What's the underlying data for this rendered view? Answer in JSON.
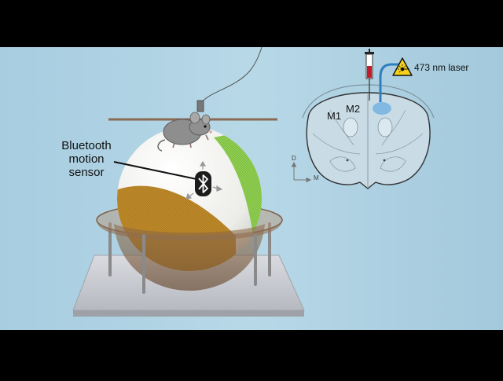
{
  "labels": {
    "sensor_line1": "Bluetooth",
    "sensor_line2": "motion",
    "sensor_line3": "sensor",
    "laser": "473 nm laser",
    "region_m1": "M1",
    "region_m2": "M2",
    "axis_dorsal": "D",
    "axis_medial": "M"
  },
  "colors": {
    "background": "#a9cfe0",
    "letterbox": "#000000",
    "platform": "#c9ccd2",
    "ball_white": "#f4f4f2",
    "ball_orange": "#c08a28",
    "ball_green": "#8fd14f",
    "laser_fiber": "#2f7fc0",
    "laser_spot": "#6aaee0",
    "brain_fill": "#c9dce6",
    "warning_yellow": "#f6d21a"
  },
  "icons": {
    "bluetooth": "bluetooth-icon",
    "laser_warning": "laser-warning-icon",
    "syringe": "syringe-icon",
    "mouse": "mouse-icon"
  }
}
